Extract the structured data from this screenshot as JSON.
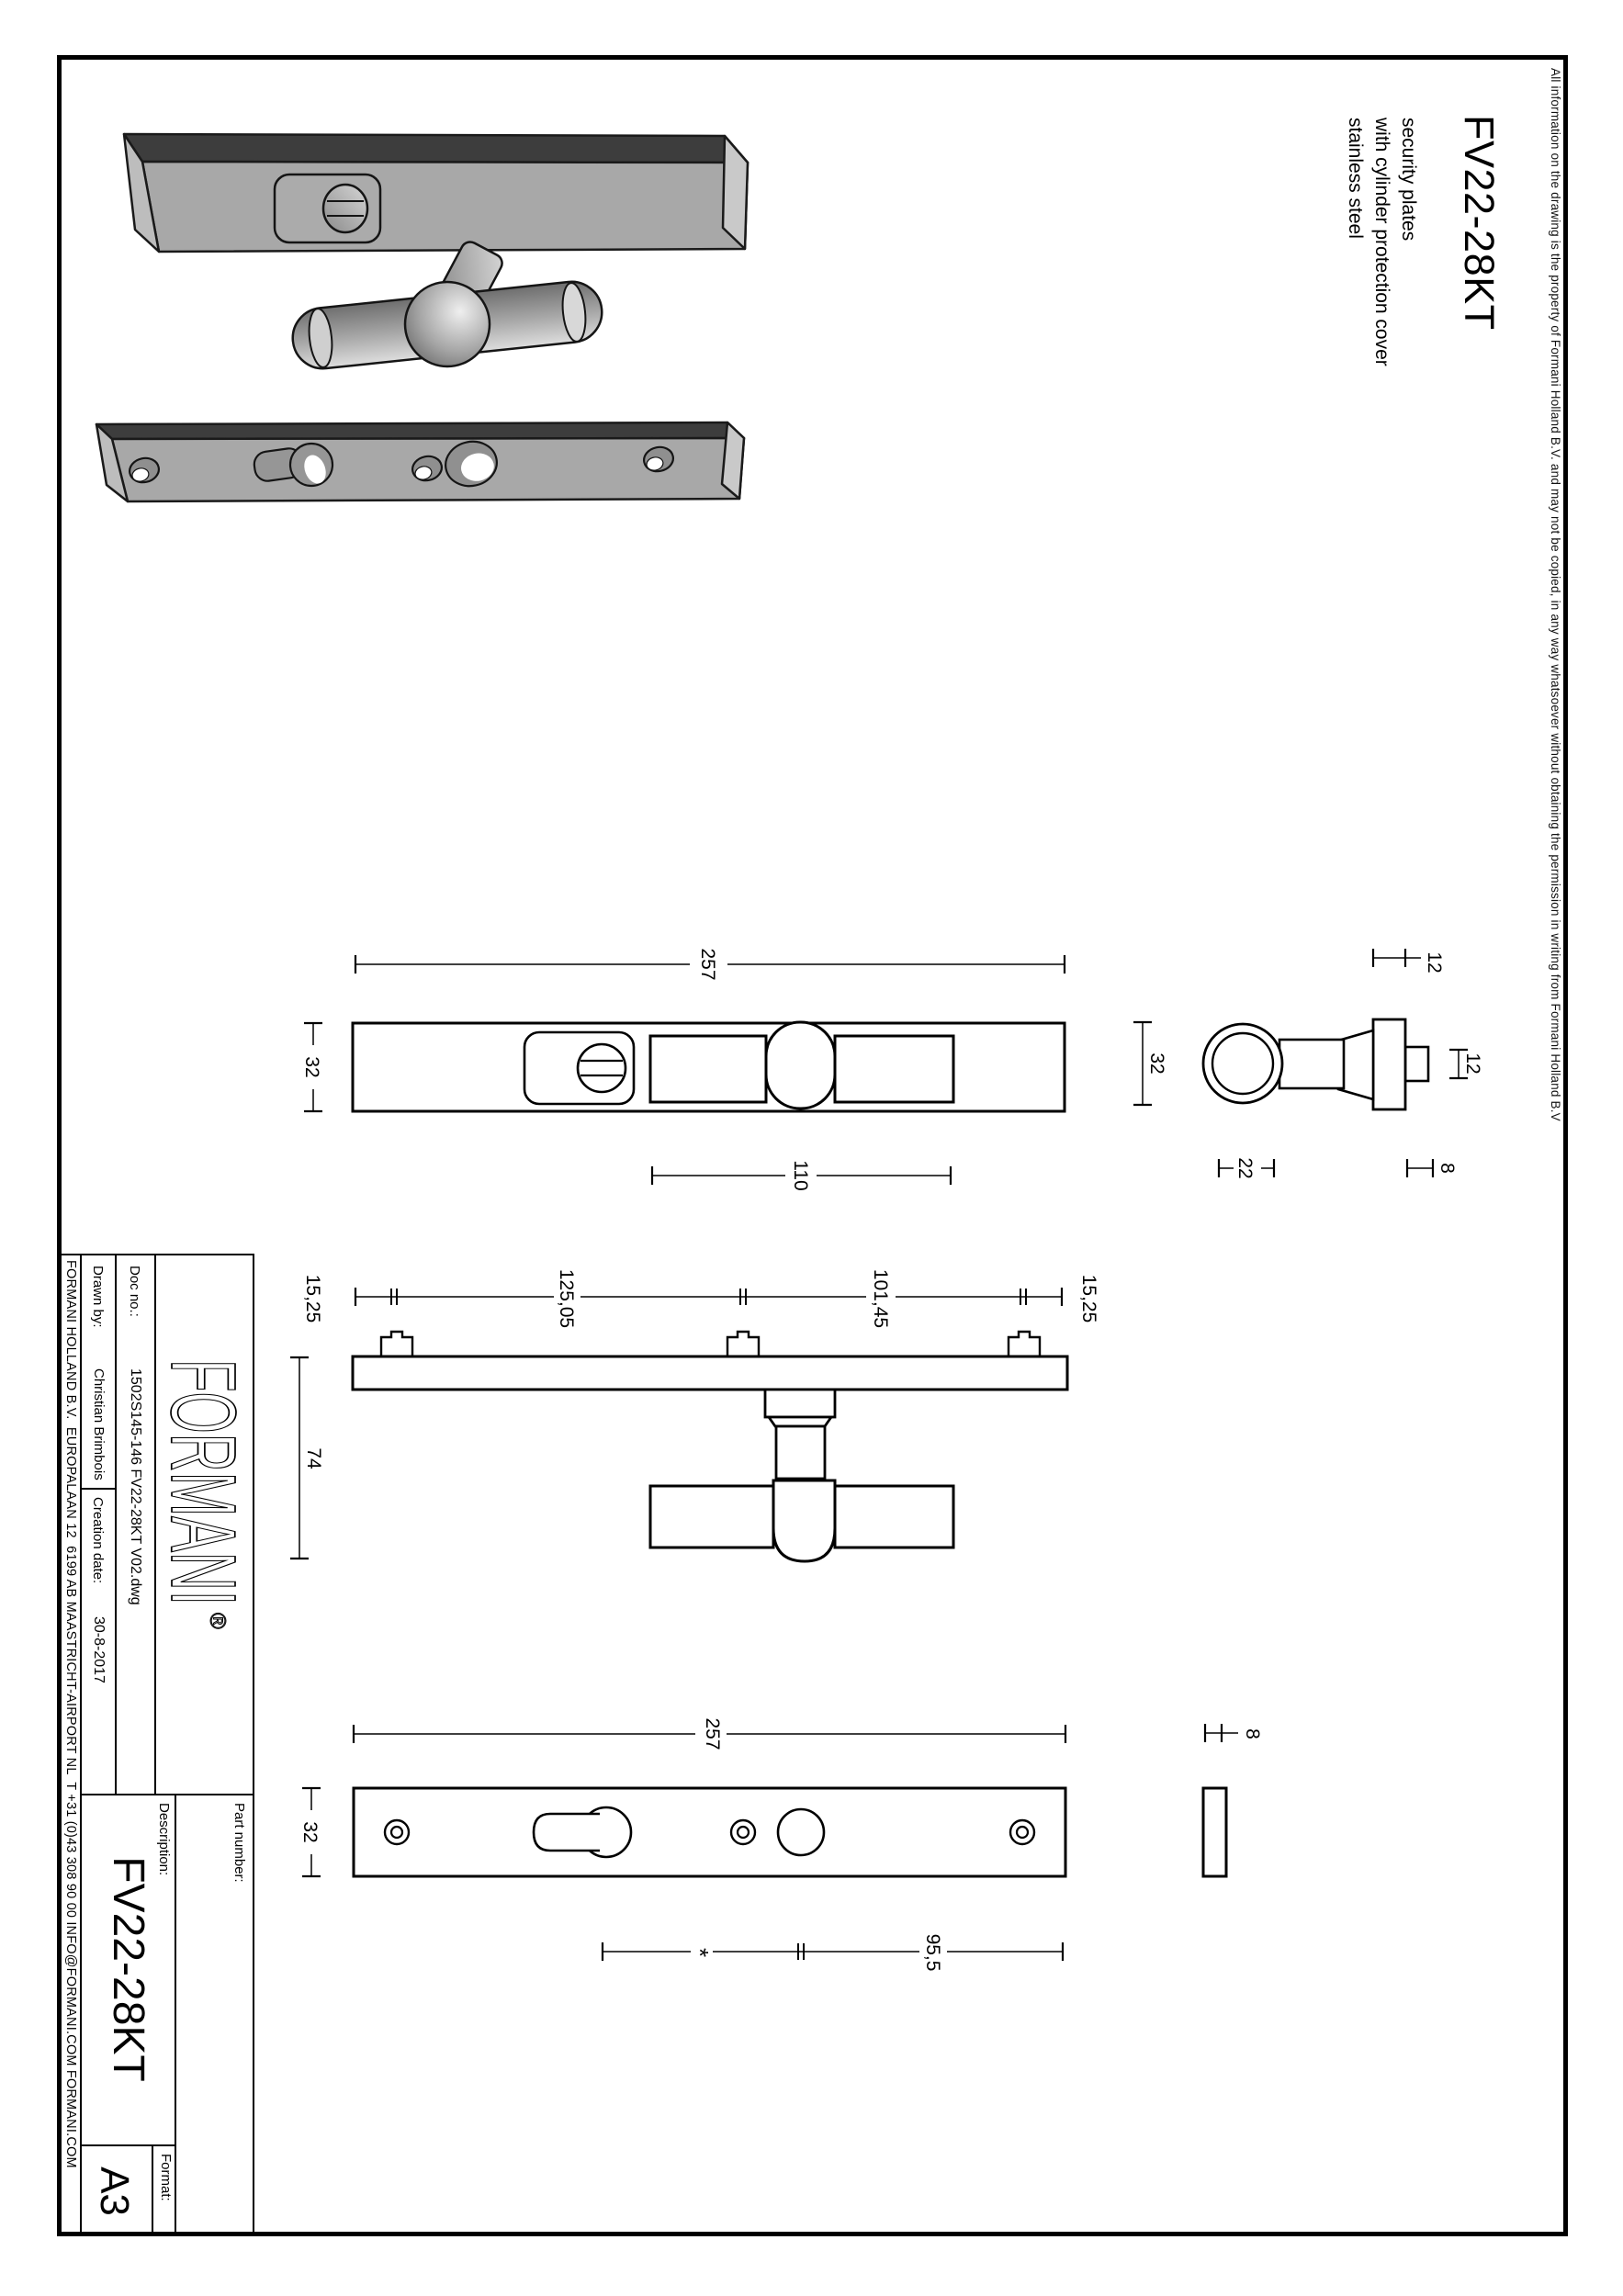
{
  "sheet": {
    "disclaimer": "All information on the drawing is the property of Formani Holland B.V. and may not be copied, in any way whatsoever without obtaining the permission in writing from Formani Holland B.V",
    "product": {
      "code": "FV22-28KT",
      "subtitle1": "security plates",
      "subtitle2": "with cylinder protection cover",
      "subtitle3": "stainless steel"
    },
    "title_block": {
      "logo": "FORMANI",
      "logo_reg": "®",
      "doc_no_label": "Doc no.:",
      "doc_no": "1502S145-146 FV22-28KT V02.dwg",
      "drawn_by_label": "Drawn by:",
      "drawn_by": "Christian Brimbois",
      "creation_date_label": "Creation date:",
      "creation_date": "30-8-2017",
      "part_number_label": "Part number:",
      "description_label": "Description:",
      "description": "FV22-28KT",
      "format_label": "Format:",
      "format": "A3"
    },
    "footer": "FORMANI HOLLAND B.V.  EUROPALAAN 12  6199 AB MAASTRICHT-AIRPORT NL  T +31 (0)43 308 90 00 INFO@FORMANI.COM FORMANI.COM",
    "dims": {
      "in_length": "257",
      "in_width": "32",
      "handle_length": "110",
      "fix_a": "15,25",
      "fix_b": "125,05",
      "fix_c": "101,45",
      "fix_d": "15,25",
      "depth": "74",
      "out_length": "257",
      "out_width": "32",
      "pz": "95,5",
      "pz_note": "*",
      "out_thickness": "8",
      "rosette_thickness": "12",
      "spindle_len": "12",
      "knob_dia": "32",
      "neck_dia": "22",
      "spindle_dia": "8"
    },
    "colors": {
      "line": "#000000",
      "steel_dark": "#3d3d3d",
      "steel_mid": "#a8a8a8",
      "steel_light": "#c9c9c9"
    }
  }
}
